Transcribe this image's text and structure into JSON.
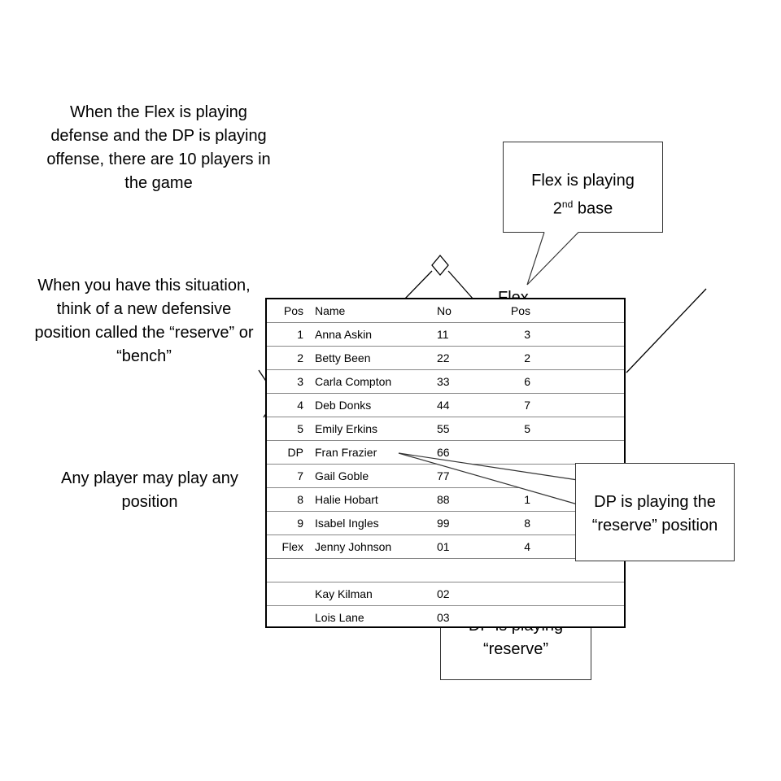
{
  "notes": {
    "ten_players": "When the Flex is playing defense and the DP is playing offense, there are 10 players in the game",
    "reserve_position": "When you have this situation, think of a new defensive position called the “reserve” or “bench”",
    "any_position": "Any player may play any position"
  },
  "callouts": {
    "flex_label": "Flex is playing",
    "flex_base_num": "2",
    "flex_base_sup": "nd",
    "flex_base_word": " base",
    "dp_reserve": "DP is playing the “reserve” position",
    "dp_reserve_back_1": "DP is playing",
    "dp_reserve_back_2": "“reserve”"
  },
  "diagram": {
    "flex_partial": "Flex"
  },
  "lineup": {
    "headers": [
      "Pos",
      "Name",
      "No",
      "Pos",
      ""
    ],
    "rows": [
      [
        "1",
        "Anna Askin",
        "11",
        "3",
        ""
      ],
      [
        "2",
        "Betty Been",
        "22",
        "2",
        ""
      ],
      [
        "3",
        "Carla Compton",
        "33",
        "6",
        ""
      ],
      [
        "4",
        "Deb Donks",
        "44",
        "7",
        ""
      ],
      [
        "5",
        "Emily Erkins",
        "55",
        "5",
        ""
      ],
      [
        "DP",
        "Fran Frazier",
        "66",
        "",
        ""
      ],
      [
        "7",
        "Gail Goble",
        "77",
        "",
        ""
      ],
      [
        "8",
        "Halie Hobart",
        "88",
        "1",
        ""
      ],
      [
        "9",
        "Isabel Ingles",
        "99",
        "8",
        ""
      ],
      [
        "Flex",
        "Jenny Johnson",
        "01",
        "4",
        ""
      ],
      [
        "",
        "",
        "",
        "",
        ""
      ],
      [
        "",
        "Kay Kilman",
        "02",
        "",
        ""
      ],
      [
        "",
        "Lois Lane",
        "03",
        "",
        ""
      ]
    ]
  }
}
